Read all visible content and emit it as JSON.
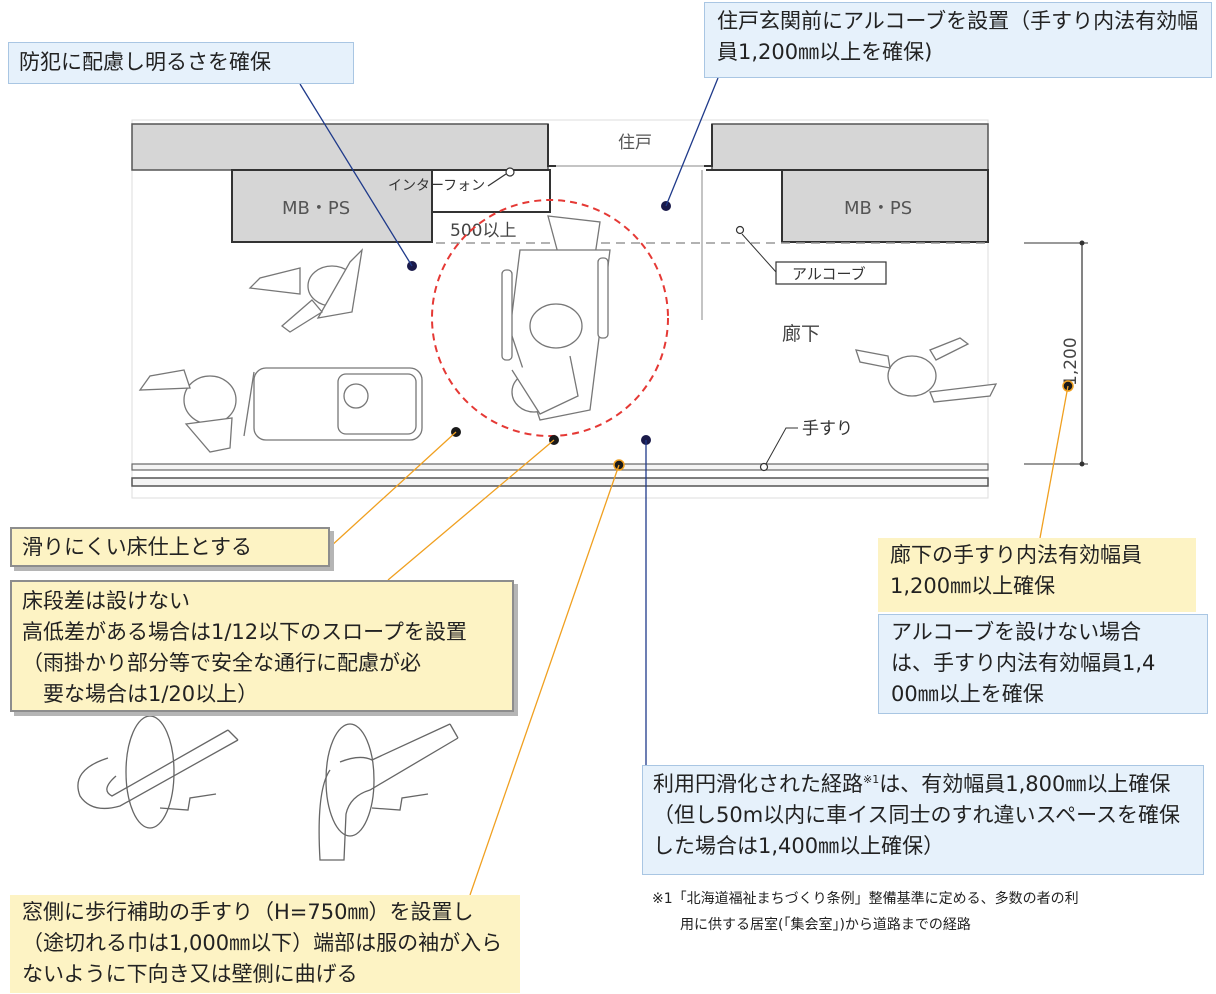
{
  "callouts": {
    "lighting": "防犯に配慮し明るさを確保",
    "alcove": "住戸玄関前にアルコーブを設置（手すり内法有効幅員1,200㎜以上を確保)",
    "nonslip": "滑りにくい床仕上とする",
    "step": "床段差は設けない\n高低差がある場合は1/12以下のスロープを設置\n（雨掛かり部分等で安全な通行に配慮が必\n　要な場合は1/20以上）",
    "corridor_width": "廊下の手すり内法有効幅員\n1,200㎜以上確保",
    "no_alcove": "アルコーブを設けない場合\nは、手すり内法有効幅員1,4\n00㎜以上を確保",
    "route_prefix": "利用円滑化された経路",
    "route_sup": "※1",
    "route_suffix": "は、有効幅員1,800㎜以上確保（但し50m以内に車イス同士のすれ違いスペースを確保した場合は1,400㎜以上確保）",
    "handrail": "窓側に歩行補助の手すり（H=750㎜）を設置し（途切れる巾は1,000㎜以下）端部は服の袖が入らないように下向き又は壁側に曲げる"
  },
  "footnote": "※1「北海道福祉まちづくり条例」整備基準に定める、多数の者の利\n　　用に供する居室(「集会室」)から道路までの経路",
  "plan_labels": {
    "dwelling": "住戸",
    "mbps_left": "MB・PS",
    "mbps_right": "MB・PS",
    "intercom": "インターフォン",
    "min500": "500以上",
    "alcove": "アルコーブ",
    "corridor": "廊下",
    "handrail": "手すり",
    "dim1200": "1,200"
  },
  "colors": {
    "blue_box": "#e6f1fb",
    "yellow_box": "#fdf3c4",
    "leader_blue": "#1f3a8a",
    "leader_orange": "#f0a020",
    "circle": "#e53935"
  }
}
